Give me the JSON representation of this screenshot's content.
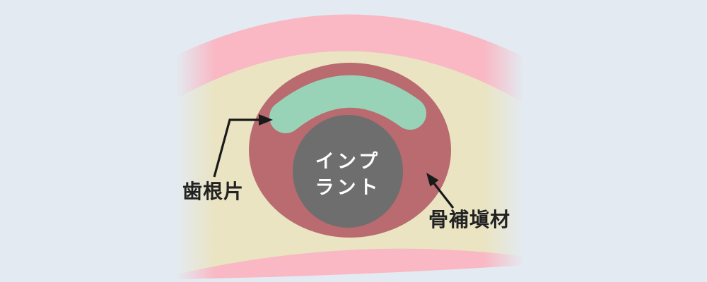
{
  "diagram": {
    "description": "Dental implant cross-section illustration: implant body placed in jaw bone with bone graft material and retained tooth-root fragment",
    "labels": {
      "root_fragment": "歯根片",
      "bone_graft": "骨補塡材",
      "implant_line1": "インプ",
      "implant_line2": "ラント"
    },
    "colors": {
      "background": "#e3eaf1",
      "gum_pink": "#f9b8c3",
      "bone_beige": "#eae4c2",
      "graft_mauve": "#b96b6f",
      "implant_gray": "#6e6e6e",
      "root_fragment_teal": "#98d3b8",
      "label_text": "#222222",
      "arrow": "#1a1a1a",
      "implant_text": "#ffffff"
    }
  }
}
